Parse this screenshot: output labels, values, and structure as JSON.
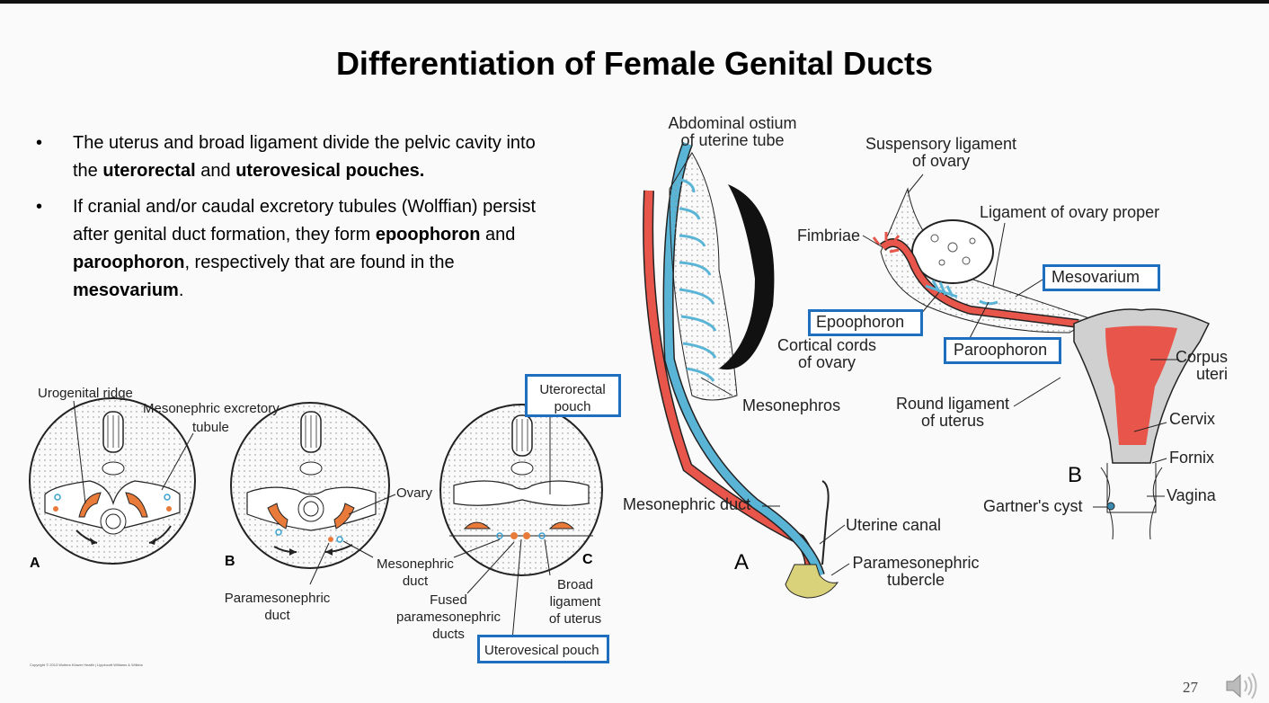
{
  "title": "Differentiation of Female Genital Ducts",
  "bullets": [
    {
      "t1": "The uterus and broad ligament divide the pelvic cavity into the ",
      "b1": "uterorectal",
      "t2": " and ",
      "b2": "uterovesical pouches.",
      "t3": "",
      "b3": "",
      "t4": ""
    },
    {
      "t1": "If cranial and/or caudal excretory tubules (Wolffian) persist after genital duct formation, they form ",
      "b1": "epoophoron",
      "t2": " and ",
      "b2": "paroophoron",
      "t3": ", respectively that are found in the ",
      "b3": "mesovarium",
      "t4": "."
    }
  ],
  "left_figure": {
    "labels": {
      "urogenital_ridge": "Urogenital ridge",
      "mesonephric_excretory": "Mesonephric excretory",
      "tubule": "tubule",
      "ovary": "Ovary",
      "paramesonephric_duct": "Paramesonephric",
      "paramesonephric_duct2": "duct",
      "mesonephric_duct": "Mesonephric",
      "mesonephric_duct2": "duct",
      "fused1": "Fused",
      "fused2": "paramesonephric",
      "fused3": "ducts",
      "broad1": "Broad",
      "broad2": "ligament",
      "broad3": "of uterus",
      "uterorectal1": "Uterorectal",
      "uterorectal2": "pouch",
      "uterovesical": "Uterovesical pouch"
    },
    "letters": [
      "A",
      "B",
      "C"
    ],
    "copyright": "Copyright © 2013 Wolters Kluwer Health | Lippincott Williams & Wilkins"
  },
  "right_figure": {
    "labels": {
      "abdominal1": "Abdominal ostium",
      "abdominal2": "of uterine tube",
      "suspensory1": "Suspensory ligament",
      "suspensory2": "of ovary",
      "ligament_ovary": "Ligament of ovary proper",
      "fimbriae": "Fimbriae",
      "mesovarium": "Mesovarium",
      "epoophoron": "Epoophoron",
      "cortical1": "Cortical cords",
      "cortical2": "of ovary",
      "paroophoron": "Paroophoron",
      "corpus1": "Corpus",
      "corpus2": "uteri",
      "mesonephros": "Mesonephros",
      "round1": "Round ligament",
      "round2": "of uterus",
      "cervix": "Cervix",
      "fornix": "Fornix",
      "vagina": "Vagina",
      "gartner": "Gartner's cyst",
      "mesonephric_duct": "Mesonephric duct",
      "uterine_canal": "Uterine canal",
      "paramesonephric1": "Paramesonephric",
      "paramesonephric2": "tubercle"
    },
    "letters": [
      "A",
      "B"
    ]
  },
  "page_number": "27",
  "colors": {
    "duct_red": "#e8554a",
    "duct_blue": "#5ab4d6",
    "highlight_box": "#1f6fc0",
    "tubercle": "#d9d27a"
  },
  "icons": [
    "speaker-icon"
  ]
}
